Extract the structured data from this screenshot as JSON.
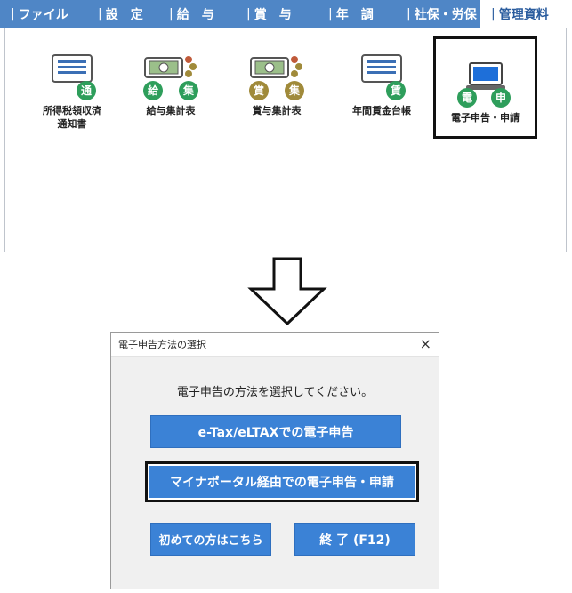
{
  "menubar": {
    "items": [
      "ファイル",
      "設　定",
      "給　与",
      "賞　与",
      "年　調",
      "社保・労保",
      "管理資料"
    ],
    "active_index": 6
  },
  "tools": [
    {
      "label": "所得税領収済\n通知書",
      "icon": "document-icon",
      "badges": [
        "通"
      ]
    },
    {
      "label": "給与集計表",
      "icon": "money-icon",
      "badges": [
        "給",
        "集"
      ]
    },
    {
      "label": "賞与集計表",
      "icon": "money-icon",
      "badges": [
        "賞",
        "集"
      ]
    },
    {
      "label": "年間賃金台帳",
      "icon": "document-icon",
      "badges": [
        "賃"
      ]
    },
    {
      "label": "電子申告・申請",
      "icon": "laptop-icon",
      "badges": [
        "電",
        "申"
      ]
    }
  ],
  "dialog": {
    "title": "電子申告方法の選択",
    "close": "×",
    "prompt": "電子申告の方法を選択してください。",
    "buttons": {
      "etax": "e-Tax/eLTAXでの電子申告",
      "mynaportal": "マイナポータル経由での電子申告・申請",
      "first_time": "初めての方はこちら",
      "exit": "終 了 (F12)"
    }
  },
  "colors": {
    "menubar": "#4f86c6",
    "button": "#3b82d6",
    "badge_green": "#2e9e5b",
    "badge_olive": "#a08a3a"
  }
}
